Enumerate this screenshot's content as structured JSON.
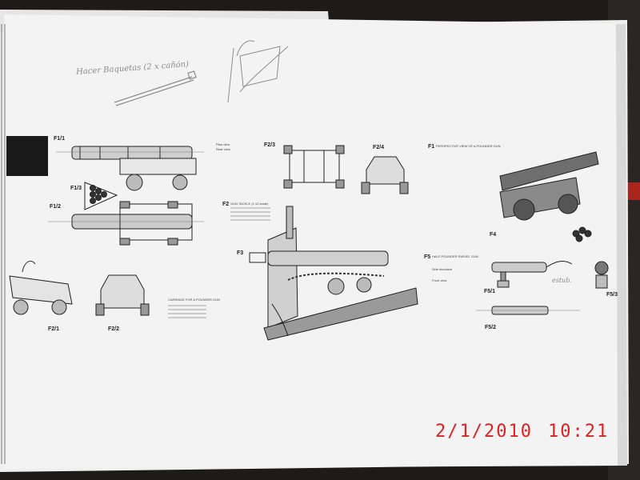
{
  "handwriting": {
    "note_top": "Hacer Baquetas (2 x cañón)",
    "note_right": "estub."
  },
  "figures": {
    "f1_1": "F1/1",
    "f1_2": "F1/2",
    "f1_3": "F1/3",
    "f2_1": "F2/1",
    "f2_2": "F2/2",
    "f2_3": "F2/3",
    "f2_4": "F2/4",
    "f3": "F3",
    "f4": "F4",
    "f5_1": "F5/1",
    "f5_2": "F5/2",
    "f5_3": "F5/3",
    "f2": "F2",
    "f1": "F1",
    "f5": "F5"
  },
  "captions": {
    "plan_view": "Plan view",
    "rear_view": "Rear view",
    "side_elevation": "Side elevation",
    "front_view": "Front view",
    "carriage": "CARRIAGE FOR A POUNDER GUN",
    "gun_tackle": "GUN TACKLE (1:12 scale)",
    "perspective": "PERSPECTIVE VIEW OF A POUNDER GUN",
    "half_pounder": "HALF-POUNDER SWIVEL GUN"
  },
  "timestamp": {
    "date": "2/1/2010",
    "time": "10:21"
  }
}
